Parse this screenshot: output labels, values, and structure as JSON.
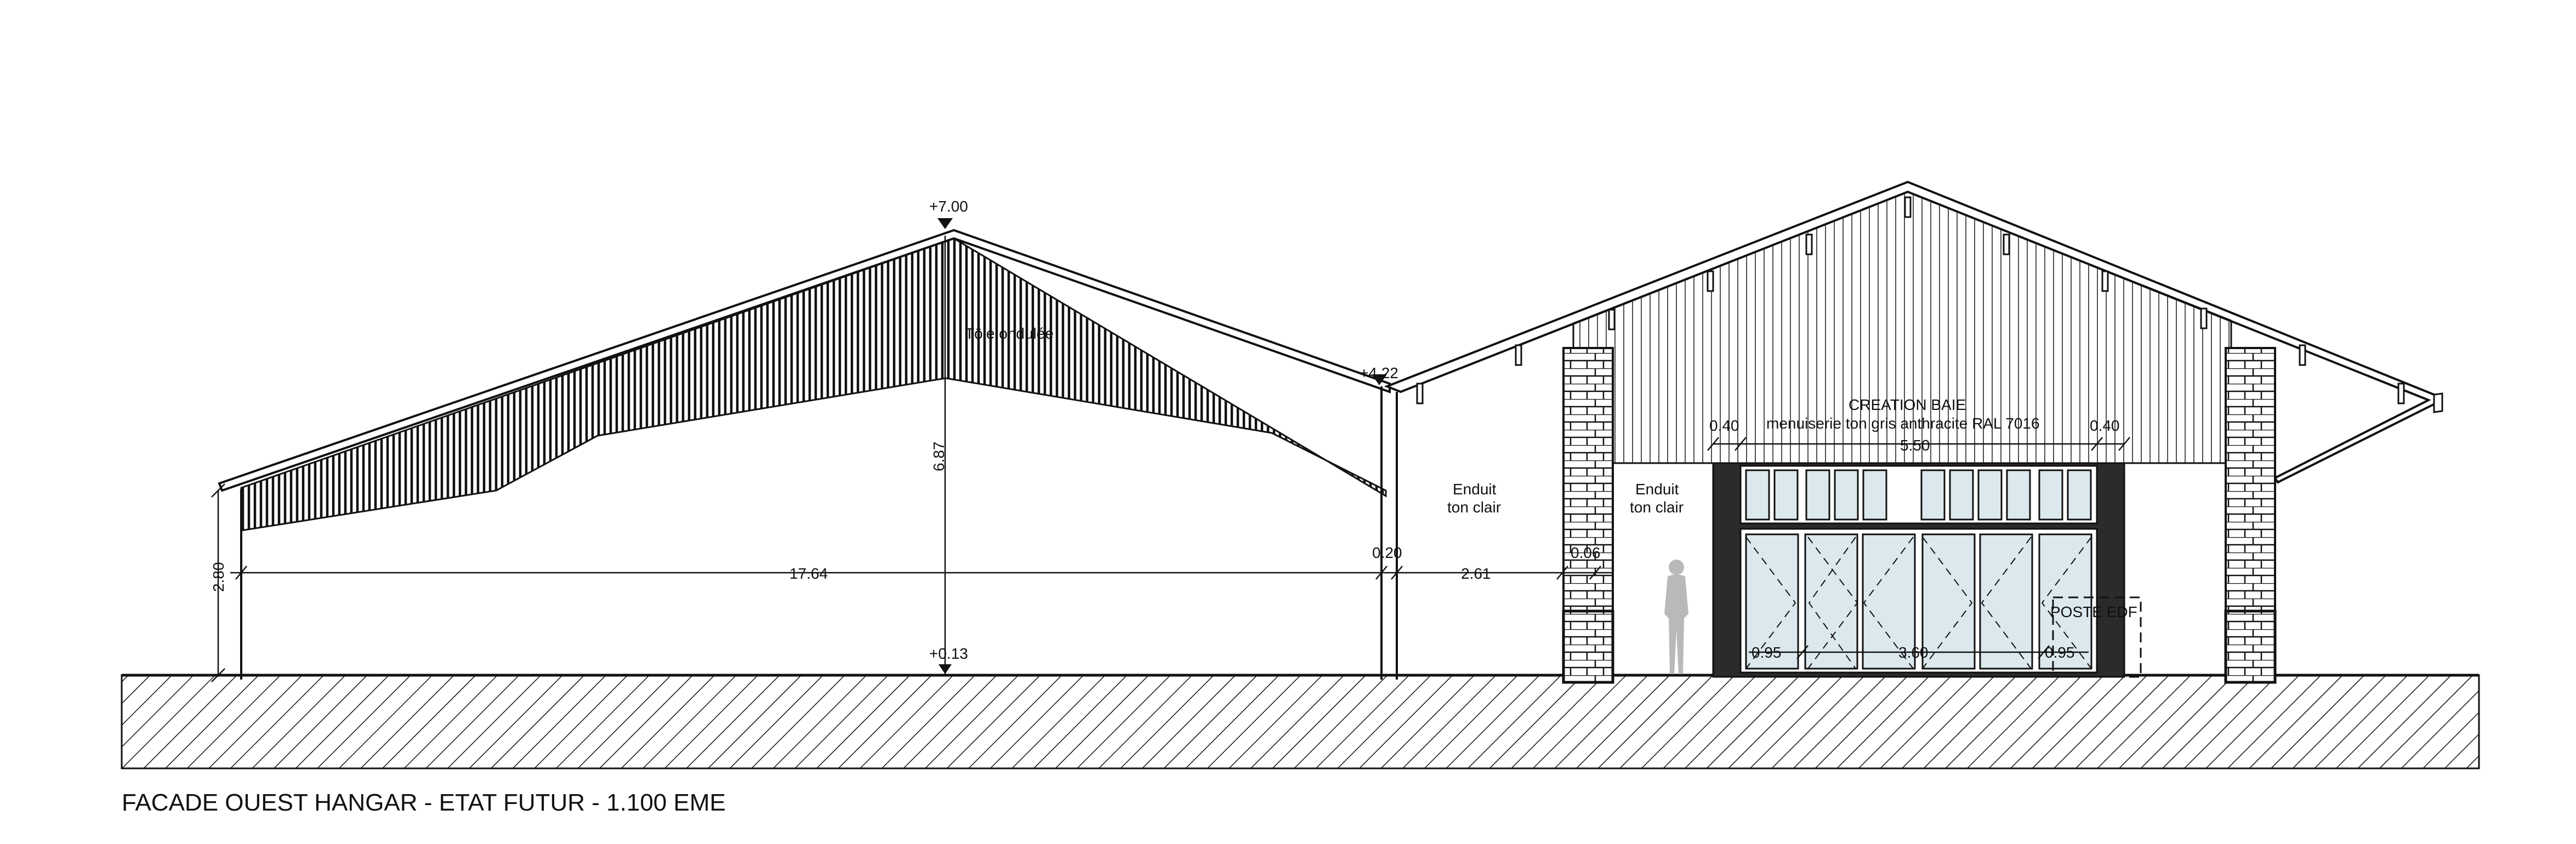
{
  "title": "FACADE OUEST HANGAR - ETAT FUTUR - 1.100 EME",
  "levels": {
    "top": "+7.00",
    "mid": "+4.22",
    "ground": "+0.13"
  },
  "dimensions": {
    "eave_height": "2.80",
    "roof_height": "6.87",
    "hangar_length": "17.64",
    "gap": "0.20",
    "wall_segment": "2.61",
    "pillar_offset": "0.06",
    "bay_left_margin": "0.40",
    "bay_right_margin": "0.40",
    "bay_width": "5.50",
    "door_left": "0.95",
    "door_center": "3.60",
    "door_right": "0.95"
  },
  "labels": {
    "roof_material": "Tôle ondulée",
    "render_left": [
      "Enduit",
      "ton clair"
    ],
    "render_right": [
      "Enduit",
      "ton clair"
    ],
    "bay_title": "CREATION BAIE",
    "bay_desc": "menuiserie ton gris anthracite RAL 7016",
    "edf": "POSTE EDF"
  },
  "colors": {
    "line": "#111111",
    "glazing": "#dbe9ee",
    "frame": "#2b2b2b",
    "person": "#b9b9b9"
  }
}
